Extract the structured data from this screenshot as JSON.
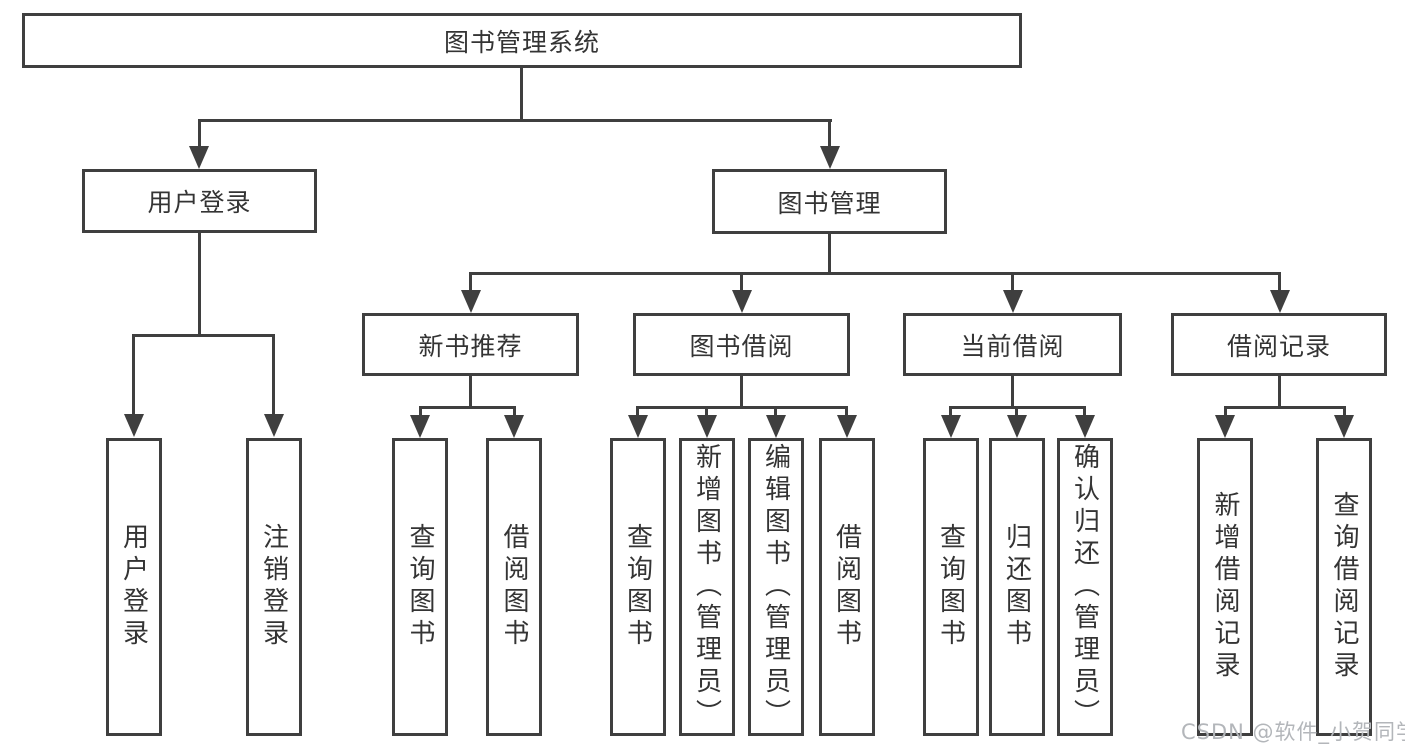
{
  "diagram": {
    "root": {
      "label": "图书管理系统"
    },
    "level2": [
      {
        "label": "用户登录"
      },
      {
        "label": "图书管理"
      }
    ],
    "level3": [
      {
        "label": "新书推荐"
      },
      {
        "label": "图书借阅"
      },
      {
        "label": "当前借阅"
      },
      {
        "label": "借阅记录"
      }
    ],
    "leaves": [
      {
        "label": "用户登录"
      },
      {
        "label": "注销登录"
      },
      {
        "label": "查询图书"
      },
      {
        "label": "借阅图书"
      },
      {
        "label": "查询图书"
      },
      {
        "label": "新增图书（管理员）"
      },
      {
        "label": "编辑图书（管理员）"
      },
      {
        "label": "借阅图书"
      },
      {
        "label": "查询图书"
      },
      {
        "label": "归还图书"
      },
      {
        "label": "确认归还（管理员）"
      },
      {
        "label": "新增借阅记录"
      },
      {
        "label": "查询借阅记录"
      }
    ],
    "watermark": "CSDN @软件_小贺同学",
    "colors": {
      "line": "#3f3f3f",
      "text": "#343434",
      "watermark": "#b3b6ba"
    }
  }
}
